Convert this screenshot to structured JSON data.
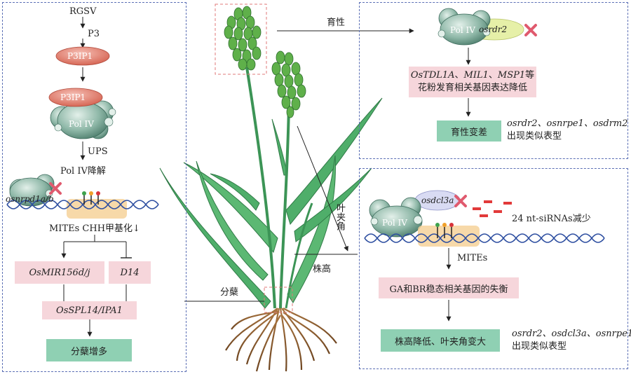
{
  "left_panel": {
    "rgsv": "RGSV",
    "p3": "P3",
    "p3ip1_top": "P3IP1",
    "p3ip1_complex": "P3IP1",
    "pol_iv": "Pol IV",
    "ups": "UPS",
    "pol_iv_degradation": "Pol IV降解",
    "mutant": "osnrpd1a/b",
    "mites_chh": "MITEs CHH甲基化↓",
    "osmir156": "OsMIR156d/j",
    "d14": "D14",
    "osspl14": "OsSPL14/IPA1",
    "result": "分蘖增多"
  },
  "center": {
    "fertility_label": "育性",
    "leaf_angle_label": "叶夹角",
    "plant_height_label": "株高",
    "tillering_label": "分蘖"
  },
  "top_right_panel": {
    "pol_iv": "Pol IV",
    "mutant": "osrdr2",
    "genes_line1_italic": "OsTDL1A",
    "genes_line1_sep1": "、",
    "genes_line1_italic2": "MIL1",
    "genes_line1_sep2": "、",
    "genes_line1_italic3": "MSP1",
    "genes_line1_tail": "等",
    "genes_line2": "花粉发育相关基因表达降低",
    "result": "育性变差",
    "phenotype_mutants": "osrdr2、osnrpe1、osdrm2",
    "phenotype_text": "出现类似表型"
  },
  "bottom_right_panel": {
    "mutant": "osdcl3a",
    "pol_iv": "Pol IV",
    "sirna": "24 nt-siRNAs减少",
    "mites": "MITEs",
    "genes": "GA和BR稳态相关基因的失衡",
    "result": "株高降低、叶夹角变大",
    "phenotype_mutants": "osrdr2、osdcl3a、osnrpe1",
    "phenotype_text": "出现类似表型"
  },
  "colors": {
    "panel_border": "#5b6fb5",
    "pink_box": "#f6d6db",
    "green_box": "#8fd0b3",
    "p3ip1": "#e07868",
    "polymerase": "#8fb8a8",
    "dna": "#2d4ea0",
    "cross": "#e05a6e",
    "yellow_oval": "#e6f0a8",
    "lilac_oval": "#d9dbf3",
    "leaf": "#4fae6a",
    "panicle": "#5fb04a",
    "root": "#8a5a2c"
  }
}
